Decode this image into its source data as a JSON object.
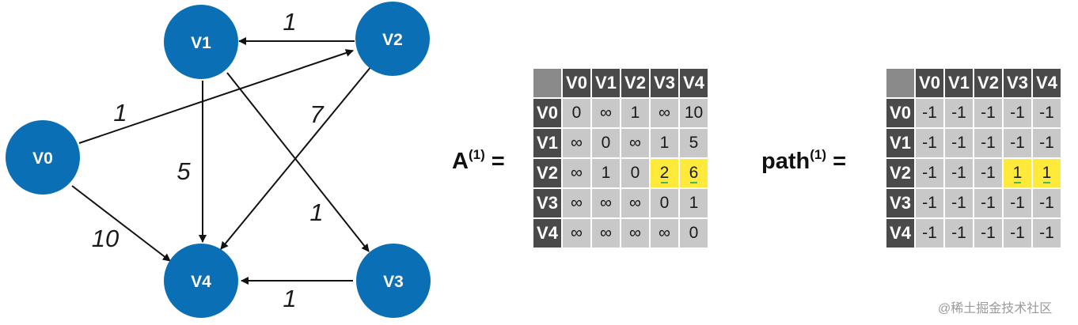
{
  "graph": {
    "nodes": [
      "V0",
      "V1",
      "V2",
      "V3",
      "V4"
    ],
    "edges": [
      {
        "from": "V2",
        "to": "V1",
        "weight": "1"
      },
      {
        "from": "V0",
        "to": "V2",
        "weight": "1"
      },
      {
        "from": "V0",
        "to": "V4",
        "weight": "10"
      },
      {
        "from": "V1",
        "to": "V4",
        "weight": "5"
      },
      {
        "from": "V1",
        "to": "V3",
        "weight": "1"
      },
      {
        "from": "V2",
        "to": "V4",
        "weight": "7"
      },
      {
        "from": "V3",
        "to": "V4",
        "weight": "1"
      }
    ],
    "node_color": "#0b6fb6"
  },
  "matrix_a": {
    "label": "A",
    "superscript": "(1)",
    "equals": "=",
    "columns": [
      "V0",
      "V1",
      "V2",
      "V3",
      "V4"
    ],
    "rows": [
      {
        "header": "V0",
        "cells": [
          "0",
          "∞",
          "1",
          "∞",
          "10"
        ]
      },
      {
        "header": "V1",
        "cells": [
          "∞",
          "0",
          "∞",
          "1",
          "5"
        ]
      },
      {
        "header": "V2",
        "cells": [
          "∞",
          "1",
          "0",
          "2",
          "6"
        ]
      },
      {
        "header": "V3",
        "cells": [
          "∞",
          "∞",
          "∞",
          "0",
          "1"
        ]
      },
      {
        "header": "V4",
        "cells": [
          "∞",
          "∞",
          "∞",
          "∞",
          "0"
        ]
      }
    ],
    "highlighted_cells": [
      "V2-V3",
      "V2-V4"
    ],
    "highlight_color": "#ffea3c"
  },
  "matrix_path": {
    "label": "path",
    "superscript": "(1)",
    "equals": "=",
    "columns": [
      "V0",
      "V1",
      "V2",
      "V3",
      "V4"
    ],
    "rows": [
      {
        "header": "V0",
        "cells": [
          "-1",
          "-1",
          "-1",
          "-1",
          "-1"
        ]
      },
      {
        "header": "V1",
        "cells": [
          "-1",
          "-1",
          "-1",
          "-1",
          "-1"
        ]
      },
      {
        "header": "V2",
        "cells": [
          "-1",
          "-1",
          "-1",
          "1",
          "1"
        ]
      },
      {
        "header": "V3",
        "cells": [
          "-1",
          "-1",
          "-1",
          "-1",
          "-1"
        ]
      },
      {
        "header": "V4",
        "cells": [
          "-1",
          "-1",
          "-1",
          "-1",
          "-1"
        ]
      }
    ],
    "highlighted_cells": [
      "V2-V3",
      "V2-V4"
    ],
    "highlight_color": "#ffea3c"
  },
  "watermark": "@稀土掘金技术社区"
}
